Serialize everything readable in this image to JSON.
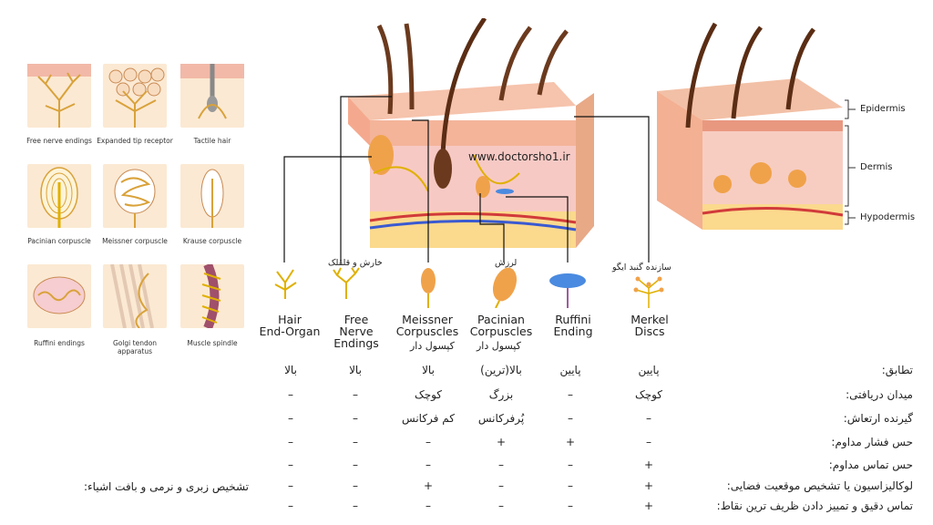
{
  "left_grid": [
    {
      "caption": "Free nerve endings"
    },
    {
      "caption": "Expanded tip receptor"
    },
    {
      "caption": "Tactile hair"
    },
    {
      "caption": "Pacinian corpuscle"
    },
    {
      "caption": "Meissner corpuscle"
    },
    {
      "caption": "Krause corpuscle"
    },
    {
      "caption": "Ruffini endings"
    },
    {
      "caption": "Golgi tendon apparatus"
    },
    {
      "caption": "Muscle spindle"
    }
  ],
  "watermark": "www.doctorsho1.ir",
  "skin_layers": {
    "epidermis": "Epidermis",
    "dermis": "Dermis",
    "hypodermis": "Hypodermis"
  },
  "receptors": [
    {
      "name1": "Hair",
      "name2": "End-Organ",
      "note": ""
    },
    {
      "name1": "Free",
      "name2": "Nerve",
      "name3": "Endings",
      "note": "خارش و قلقلک"
    },
    {
      "name1": "Meissner",
      "name2": "Corpuscles",
      "note": "کپسول دار"
    },
    {
      "name1": "Pacinian",
      "name2": "Corpuscles",
      "note": "کپسول دار",
      "top_note": "لرزش"
    },
    {
      "name1": "Ruffini",
      "name2": "Ending",
      "note": ""
    },
    {
      "name1": "Merkel",
      "name2": "Discs",
      "note": "",
      "top_note": "سازنده گنبد ایگو"
    }
  ],
  "row_labels": [
    "تطابق:",
    "میدان دریافتی:",
    "گیرنده ارتعاش:",
    "حس فشار مداوم:",
    "حس تماس مداوم:",
    "لوکالیزاسیون یا تشخیص موقعیت فضایی:",
    "تماس دقیق و تمییز دادن ظریف ترین نقاط:"
  ],
  "table": [
    [
      "بالا",
      "بالا",
      "بالا",
      "بالا(ترین)",
      "پایین",
      "پایین"
    ],
    [
      "–",
      "–",
      "کوچک",
      "بزرگ",
      "–",
      "کوچک"
    ],
    [
      "–",
      "–",
      "کم فرکانس",
      "پُرفرکانس",
      "–",
      "–"
    ],
    [
      "–",
      "–",
      "–",
      "+",
      "+",
      "–"
    ],
    [
      "–",
      "–",
      "–",
      "–",
      "–",
      "+"
    ],
    [
      "–",
      "–",
      "+",
      "–",
      "–",
      "+"
    ],
    [
      "–",
      "–",
      "–",
      "–",
      "–",
      "+"
    ]
  ],
  "side_note": "تشخیص زبری و نرمی و بافت اشیاء:"
}
